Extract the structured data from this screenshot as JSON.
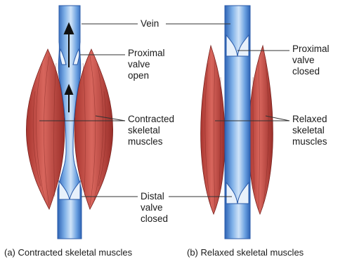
{
  "labels": {
    "vein": "Vein",
    "proximal_open": [
      "Proximal",
      "valve",
      "open"
    ],
    "proximal_closed": [
      "Proximal",
      "valve",
      "closed"
    ],
    "contracted_muscles": [
      "Contracted",
      "skeletal",
      "muscles"
    ],
    "relaxed_muscles": [
      "Relaxed",
      "skeletal",
      "muscles"
    ],
    "distal_closed": [
      "Distal",
      "valve",
      "closed"
    ]
  },
  "captions": {
    "a": "(a) Contracted skeletal muscles",
    "b": "(b) Relaxed skeletal muscles"
  },
  "colors": {
    "muscle": "#c8504a",
    "muscle_dark": "#8e2a26",
    "vein": "#3a78c9",
    "vein_light": "#9cc4ee",
    "valve": "#e6f0fb",
    "leader": "#333333",
    "arrow": "#111111"
  }
}
